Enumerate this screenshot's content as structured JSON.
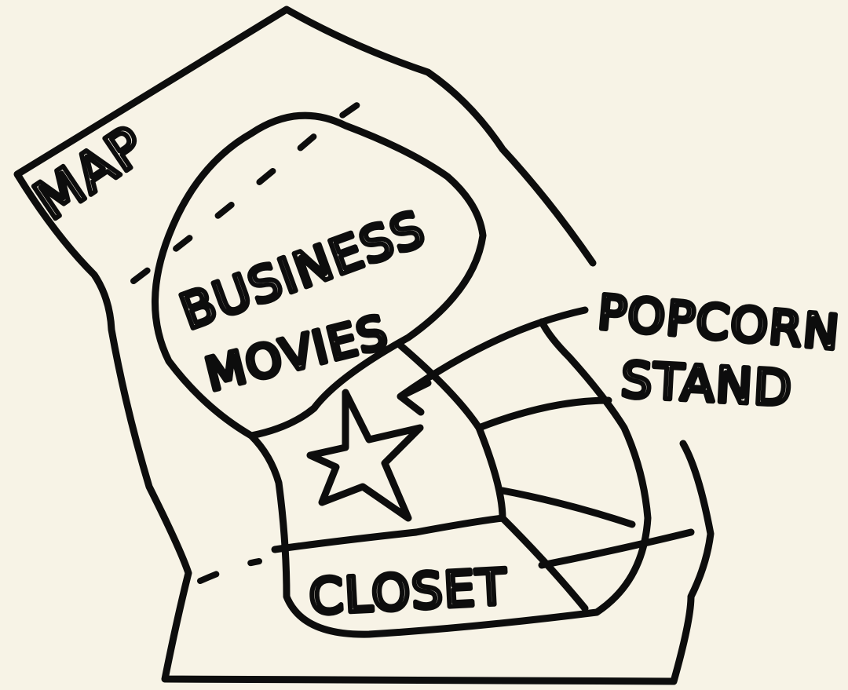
{
  "colors": {
    "paper": "#f7f3e6",
    "ink": "#0d0d0d"
  },
  "labels": {
    "map": "MAP",
    "business_line1": "BUSINESS",
    "business_line2": "MOVIES",
    "popcorn_line1": "POPCORN",
    "popcorn_line2": "STAND",
    "closet": "CLOSET"
  },
  "marker_icon": "star-icon",
  "pointer_icon": "arrow-icon"
}
